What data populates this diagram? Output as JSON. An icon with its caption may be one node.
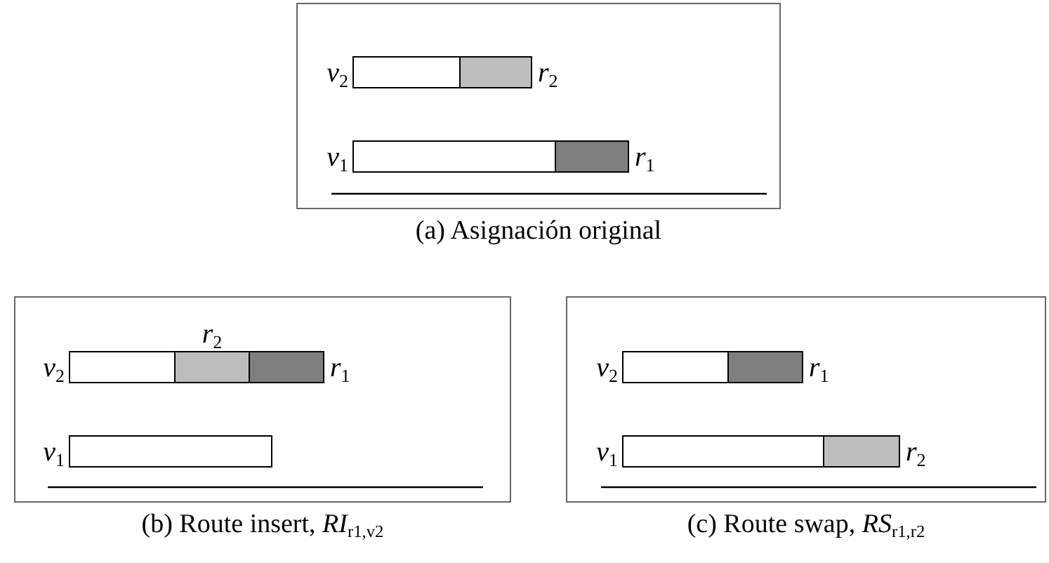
{
  "diagram": {
    "nodes": [
      {
        "text": [],
        "shape": "box",
        "beside": [
          "(a) Asignación original"
        ]
      },
      {
        "text": [],
        "shape": "bar",
        "in": 0,
        "beside": [
          "*v*$_{2}$"
        ]
      },
      {
        "text": [],
        "shape": "bar",
        "in": 0,
        "beside": [
          "*r*$_{2}$"
        ]
      },
      {
        "text": [],
        "shape": "bar",
        "in": 0,
        "beside": [
          "*v*$_{1}$"
        ]
      },
      {
        "text": [],
        "shape": "bar",
        "in": 0,
        "beside": [
          "*r*$_{1}$"
        ]
      },
      {
        "text": [],
        "shape": "box",
        "beside": [
          "(b) Route insert, *RI*$_{r1,v2}$"
        ]
      },
      {
        "text": [],
        "shape": "bar",
        "in": 5,
        "beside": [
          "*v*$_{2}$"
        ]
      },
      {
        "text": [],
        "shape": "bar",
        "in": 5,
        "beside": [
          "*r*$_{2}$"
        ]
      },
      {
        "text": [],
        "shape": "bar",
        "in": 5,
        "beside": [
          "*r*$_{1}$"
        ]
      },
      {
        "text": [],
        "shape": "bar",
        "in": 5,
        "beside": [
          "*v*$_{1}$"
        ]
      },
      {
        "text": [],
        "shape": "box",
        "beside": [
          "(c) Route swap, *RS*$_{r1,r2}$"
        ]
      },
      {
        "text": [],
        "shape": "bar",
        "in": 10,
        "beside": [
          "*v*$_{2}$"
        ]
      },
      {
        "text": [],
        "shape": "bar",
        "in": 10,
        "beside": [
          "*r*$_{1}$"
        ]
      },
      {
        "text": [],
        "shape": "bar",
        "in": 10,
        "beside": [
          "*v*$_{1}$"
        ]
      },
      {
        "text": [],
        "shape": "bar",
        "in": 10,
        "beside": [
          "*r*$_{2}$"
        ]
      }
    ]
  }
}
